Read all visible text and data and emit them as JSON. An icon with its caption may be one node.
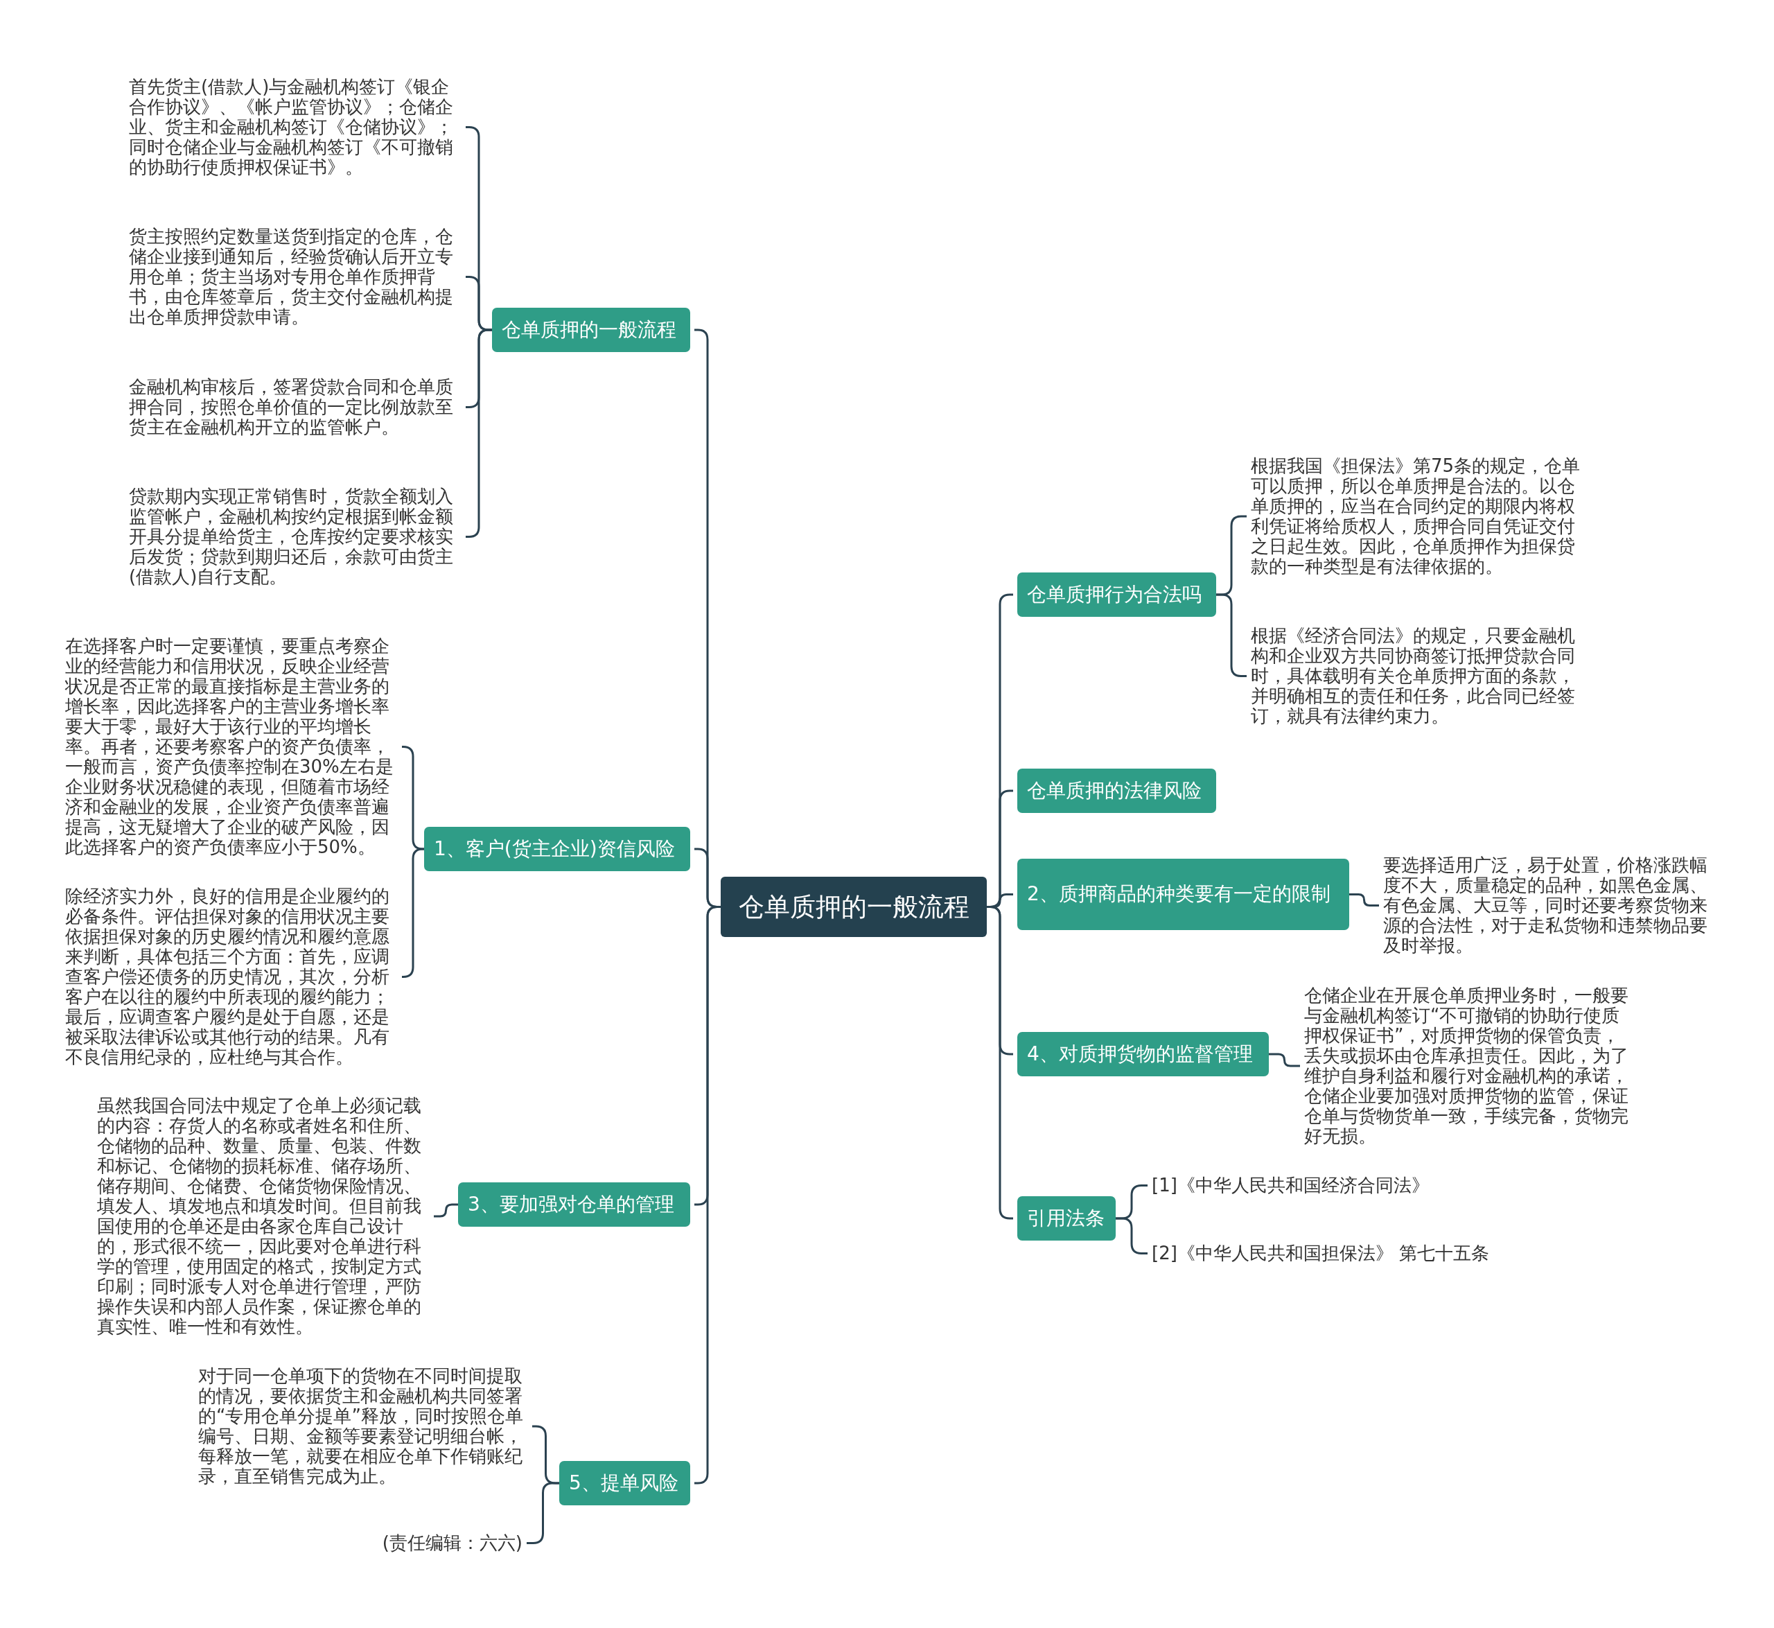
{
  "diagram": {
    "nodes": [
      {
        "text": [
          "仓单质押的一般流程"
        ]
      },
      {
        "text": [
          "仓单质押的一般流程"
        ]
      },
      {
        "text": [
          "首先货主(借款人)与金融机构签订《银企合作协议》、《帐户监管协议》；仓储企业、货主和金融机构签订《仓储协议》；同时仓储企业与金融机构签订《不可撤销的协助行使质押权保证书》。"
        ]
      },
      {
        "text": [
          "货主按照约定数量送货到指定的仓库，仓储企业接到通知后，经验货确认后开立专用仓单；货主当场对专用仓单作质押背书，由仓库签章后，货主交付金融机构提出仓单质押贷款申请。"
        ]
      },
      {
        "text": [
          "金融机构审核后，签署贷款合同和仓单质押合同，按照仓单价值的一定比例放款至货主在金融机构开立的监管帐户。"
        ]
      },
      {
        "text": [
          "贷款期内实现正常销售时，货款全额划入监管帐户，金融机构按约定根据到帐金额开具分提单给货主，仓库按约定要求核实后发货；贷款到期归还后，余款可由货主(借款人)自行支配。"
        ]
      },
      {
        "text": [
          "1、客户(货主企业)资信风险"
        ]
      },
      {
        "text": [
          "在选择客户时一定要谨慎，要重点考察企业的经营能力和信用状况，反映企业经营状况是否正常的最直接指标是主营业务的增长率，因此选择客户的主营业务增长率要大于零，最好大于该行业的平均增长率。再者，还要考察客户的资产负债率，一般而言，资产负债率控制在30%左右是企业财务状况稳健的表现，但随着市场经济和金融业的发展，企业资产负债率普遍提高，这无疑增大了企业的破产风险，因此选择客户的资产负债率应小于50%。"
        ]
      },
      {
        "text": [
          "除经济实力外，良好的信用是企业履约的必备条件。评估担保对象的信用状况主要依据担保对象的历史履约情况和履约意愿来判断，具体包括三个方面：首先，应调查客户偿还债务的历史情况，其次，分析客户在以往的履约中所表现的履约能力；最后，应调查客户履约是处于自愿，还是被采取法律诉讼或其他行动的结果。凡有不良信用纪录的，应杜绝与其合作。"
        ]
      },
      {
        "text": [
          "3、要加强对仓单的管理"
        ]
      },
      {
        "text": [
          "虽然我国合同法中规定了仓单上必须记载的内容：存货人的名称或者姓名和住所、仓储物的品种、数量、质量、包装、件数和标记、仓储物的损耗标准、储存场所、储存期间、仓储费、仓储货物保险情况、填发人、填发地点和填发时间。但目前我国使用的仓单还是由各家仓库自己设计的，形式很不统一，因此要对仓单进行科学的管理，使用固定的格式，按制定方式印刷；同时派专人对仓单进行管理，严防操作失误和内部人员作案，保证擦仓单的真实性、唯一性和有效性。"
        ]
      },
      {
        "text": [
          "5、提单风险"
        ]
      },
      {
        "text": [
          "对于同一仓单项下的货物在不同时间提取的情况，要依据货主和金融机构共同签署的“专用仓单分提单”释放，同时按照仓单编号、日期、金额等要素登记明细台帐，每释放一笔，就要在相应仓单下作销账纪录，直至销售完成为止。"
        ]
      },
      {
        "text": [
          "(责任编辑：六六)"
        ]
      },
      {
        "text": [
          "仓单质押行为合法吗"
        ]
      },
      {
        "text": [
          "根据我国《担保法》第75条的规定，仓单可以质押，所以仓单质押是合法的。以仓单质押的，应当在合同约定的期限内将权利凭证将给质权人，质押合同自凭证交付之日起生效。因此，仓单质押作为担保贷款的一种类型是有法律依据的。"
        ]
      },
      {
        "text": [
          "根据《经济合同法》的规定，只要金融机构和企业双方共同协商签订抵押贷款合同时，具体载明有关仓单质押方面的条款，并明确相互的责任和任务，此合同已经签订，就具有法律约束力。"
        ]
      },
      {
        "text": [
          "仓单质押的法律风险"
        ]
      },
      {
        "text": [
          "2、质押商品的种类要有一定的限制"
        ]
      },
      {
        "text": [
          "要选择适用广泛，易于处置，价格涨跌幅度不大，质量稳定的品种，如黑色金属、有色金属、大豆等，同时还要考察货物来源的合法性，对于走私货物和违禁物品要及时举报。"
        ]
      },
      {
        "text": [
          "4、对质押货物的监督管理"
        ]
      },
      {
        "text": [
          "仓储企业在开展仓单质押业务时，一般要与金融机构签订“不可撤销的协助行使质押权保证书”，对质押货物的保管负责，丢失或损坏由仓库承担责任。因此，为了维护自身利益和履行对金融机构的承诺，仓储企业要加强对质押货物的监管，保证仓单与货物货单一致，手续完备，货物完好无损。"
        ]
      },
      {
        "text": [
          "引用法条"
        ]
      },
      {
        "text": [
          "[1]《中华人民共和国经济合同法》"
        ]
      },
      {
        "text": [
          "[2]《中华人民共和国担保法》 第七十五条"
        ]
      }
    ],
    "edges": [
      {
        "from": 0,
        "to": 1,
        "arrow": "none"
      },
      {
        "from": 1,
        "to": 2,
        "arrow": "none"
      },
      {
        "from": 1,
        "to": 3,
        "arrow": "none"
      },
      {
        "from": 1,
        "to": 4,
        "arrow": "none"
      },
      {
        "from": 1,
        "to": 5,
        "arrow": "none"
      },
      {
        "from": 0,
        "to": 6,
        "arrow": "none"
      },
      {
        "from": 6,
        "to": 7,
        "arrow": "none"
      },
      {
        "from": 6,
        "to": 8,
        "arrow": "none"
      },
      {
        "from": 0,
        "to": 9,
        "arrow": "none"
      },
      {
        "from": 9,
        "to": 10,
        "arrow": "none"
      },
      {
        "from": 0,
        "to": 11,
        "arrow": "none"
      },
      {
        "from": 11,
        "to": 12,
        "arrow": "none"
      },
      {
        "from": 11,
        "to": 13,
        "arrow": "none"
      },
      {
        "from": 0,
        "to": 14,
        "arrow": "none"
      },
      {
        "from": 14,
        "to": 15,
        "arrow": "none"
      },
      {
        "from": 14,
        "to": 16,
        "arrow": "none"
      },
      {
        "from": 0,
        "to": 17,
        "arrow": "none"
      },
      {
        "from": 0,
        "to": 18,
        "arrow": "none"
      },
      {
        "from": 18,
        "to": 19,
        "arrow": "none"
      },
      {
        "from": 0,
        "to": 20,
        "arrow": "none"
      },
      {
        "from": 20,
        "to": 21,
        "arrow": "none"
      },
      {
        "from": 0,
        "to": 22,
        "arrow": "none"
      },
      {
        "from": 22,
        "to": 23,
        "arrow": "none"
      },
      {
        "from": 22,
        "to": 24,
        "arrow": "none"
      }
    ]
  }
}
